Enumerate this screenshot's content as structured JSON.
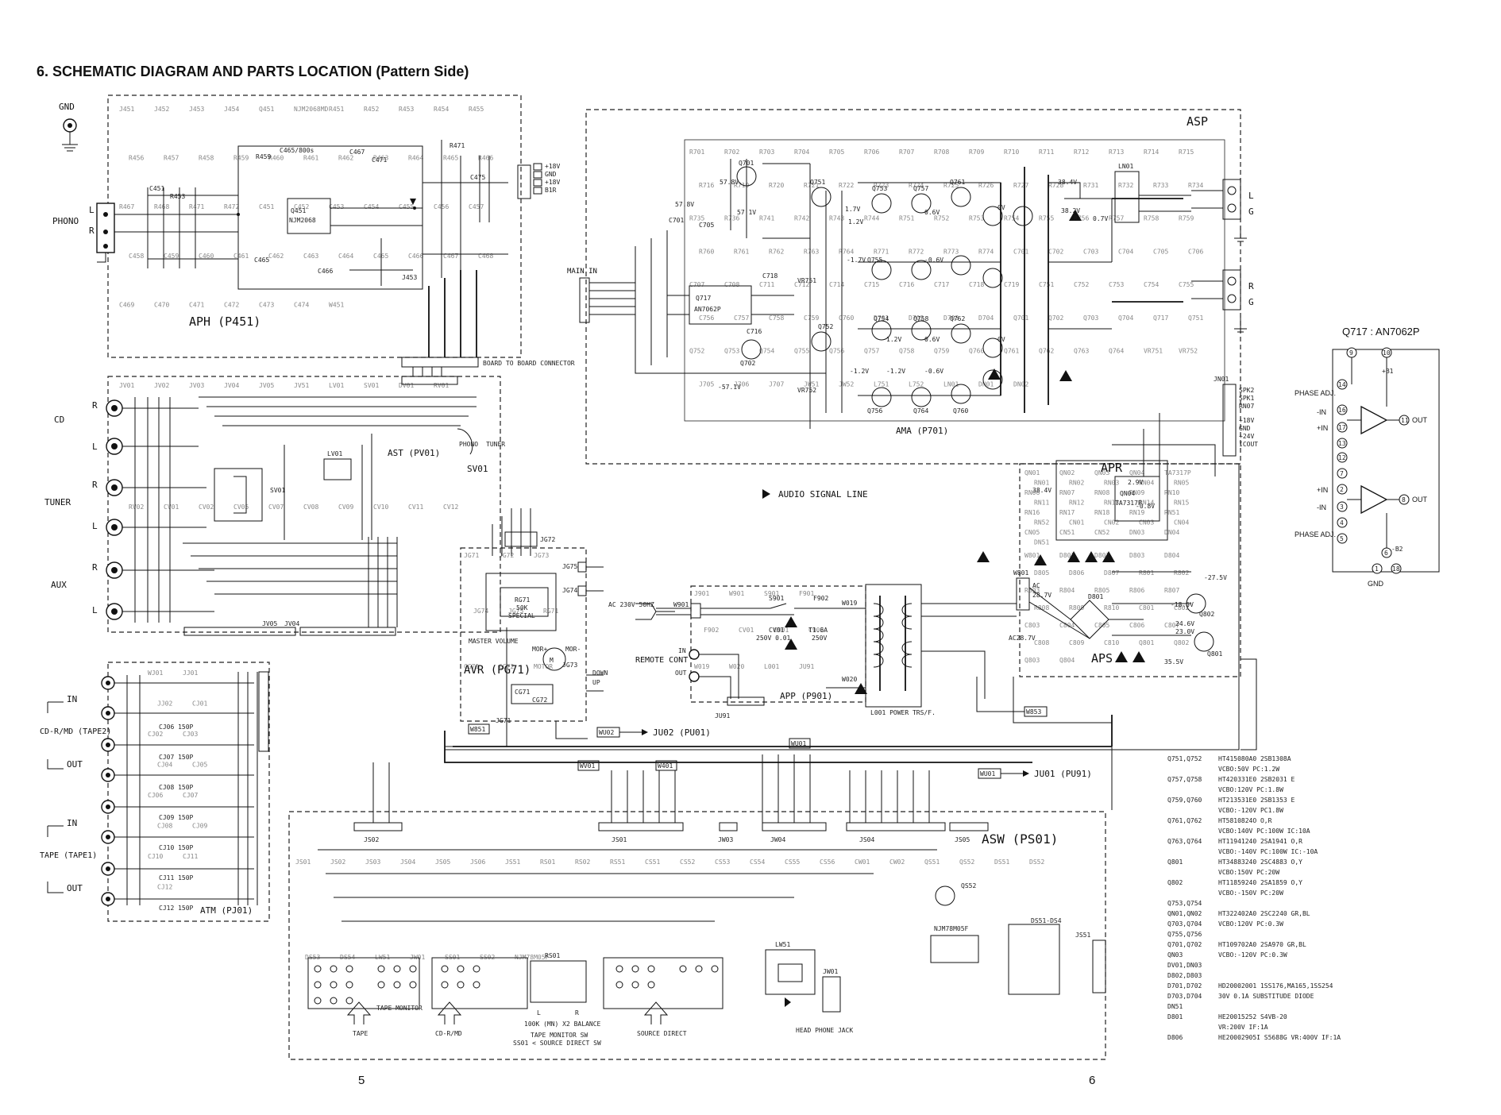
{
  "page": {
    "title": "6. SCHEMATIC DIAGRAM AND PARTS LOCATION (Pattern Side)",
    "page_numbers": [
      "5",
      "6"
    ]
  },
  "blocks": [
    {
      "id": "aph",
      "label": "APH (P451)"
    },
    {
      "id": "asp",
      "label": "ASP"
    },
    {
      "id": "ama",
      "label": "AMA (P701)"
    },
    {
      "id": "ast",
      "label": "AST (PV01)"
    },
    {
      "id": "apr",
      "label": "APR"
    },
    {
      "id": "aps",
      "label": "APS"
    },
    {
      "id": "app",
      "label": "APP (P901)"
    },
    {
      "id": "avr",
      "label": "AVR (PG71)"
    },
    {
      "id": "atm",
      "label": "ATM (PJ01)"
    },
    {
      "id": "asw",
      "label": "ASW (PS01)"
    }
  ],
  "io_labels": {
    "gnd": "GND",
    "phono": "PHONO",
    "cd": "CD",
    "tuner": "TUNER",
    "aux": "AUX",
    "cd_rmd": "CD-R/MD (TAPE2)",
    "tape": "TAPE (TAPE1)",
    "in": "IN",
    "out": "OUT",
    "l": "L",
    "r": "R",
    "g": "G",
    "main_in": "MAIN IN",
    "master_volume": "MASTER VOLUME",
    "remote_cont": "REMOTE CONT",
    "ac_input": "AC 230V 50HZ",
    "board_to_board": "BOARD TO BOARD CONNECTOR",
    "audio_signal_line": "AUDIO SIGNAL LINE",
    "power_trs": "L001 POWER TRS/F.",
    "head_phone_jack": "HEAD PHONE JACK",
    "balance": "100K (MN) X2 BALANCE",
    "tape_monitor": "TAPE MONITOR",
    "tape_monitor_sw": "TAPE MONITOR SW",
    "ss01": "SS01 < SOURCE DIRECT SW",
    "source_direct": "SOURCE DIRECT",
    "tape_bottom": "TAPE",
    "cd_rmd_bottom": "CD-R/MD"
  },
  "connectors": [
    {
      "id": "ju02",
      "label": "JU02 (PU01)"
    },
    {
      "id": "ju01",
      "label": "JU01 (PU91)"
    },
    {
      "id": "w853",
      "label": "W853"
    },
    {
      "id": "wv01",
      "label": "WV01"
    },
    {
      "id": "w401",
      "label": "W401"
    },
    {
      "id": "wu01",
      "label": "WU01"
    }
  ],
  "ic": {
    "title": "Q717 : AN7062P",
    "phase_adj": "PHASE ADJ.",
    "gnd": "GND",
    "out": "OUT",
    "in_minus": "-IN",
    "in_plus": "+IN",
    "vcc_plus": "+B1",
    "vcc_minus": "-B2"
  },
  "parts_table": [
    {
      "refs": "Q751,Q752",
      "text": "HT415080A0  2SB1308A",
      "sub": "VCBO:50V PC:1.2W"
    },
    {
      "refs": "Q757,Q758",
      "text": "HT420331E0  2SB2031 E",
      "sub": "VCBO:120V PC:1.8W"
    },
    {
      "refs": "Q759,Q760",
      "text": "HT213531E0  2SB1353 E",
      "sub": "VCBO:-120V PC1.8W"
    },
    {
      "refs": "Q761,Q762",
      "text": "HT5810824O  O,R",
      "sub": "VCBO:140V PC:100W IC:10A"
    },
    {
      "refs": "Q763,Q764",
      "text": "HT11941240  2SA1941 O,R",
      "sub": "VCBO:-140V PC:100W IC:-10A"
    },
    {
      "refs": "Q801",
      "text": "HT34883240  2SC4883 O,Y",
      "sub": "VCBO:150V PC:20W"
    },
    {
      "refs": "Q802",
      "text": "HT11859240  2SA1859 O,Y",
      "sub": "VCBO:-150V PC:20W"
    },
    {
      "refs": "Q753,Q754",
      "text": "",
      "sub": ""
    },
    {
      "refs": "QN01,QN02",
      "text": "HT322402A0  2SC2240 GR,BL",
      "sub": ""
    },
    {
      "refs": "Q703,Q704",
      "text": "VCBO:120V PC:0.3W",
      "sub": ""
    },
    {
      "refs": "Q755,Q756",
      "text": "",
      "sub": ""
    },
    {
      "refs": "Q701,Q702",
      "text": "HT109702A0  2SA970 GR,BL",
      "sub": ""
    },
    {
      "refs": "QN03",
      "text": "VCBO:-120V PC:0.3W",
      "sub": ""
    },
    {
      "refs": "DV01,DN03",
      "text": "",
      "sub": ""
    },
    {
      "refs": "D802,D803",
      "text": "",
      "sub": ""
    },
    {
      "refs": "D701,D702",
      "text": "HD20002001  1SS176,MA165,1SS254",
      "sub": ""
    },
    {
      "refs": "D703,D704",
      "text": "30V 0.1A SUBSTITUDE DIODE",
      "sub": ""
    },
    {
      "refs": "DN51",
      "text": "",
      "sub": ""
    },
    {
      "refs": "D801",
      "text": "HE20015252  S4VB-20",
      "sub": "VR:200V IF:1A"
    },
    {
      "refs": "D806",
      "text": "HE20002905I  S5688G  VR:400V IF:1A",
      "sub": ""
    }
  ],
  "components": {
    "aph": [
      "J451",
      "J452",
      "J453",
      "J454",
      "Q451",
      "NJM2068MD",
      "R451",
      "R452",
      "R453",
      "R454",
      "R455",
      "R456",
      "R457",
      "R458",
      "R459",
      "R460",
      "R461",
      "R462",
      "R463",
      "R464",
      "R465",
      "R466",
      "R467",
      "R468",
      "R471",
      "R472",
      "C451",
      "C452",
      "C453",
      "C454",
      "C455",
      "C456",
      "C457",
      "C458",
      "C459",
      "C460",
      "C461",
      "C462",
      "C463",
      "C464",
      "C465",
      "C466",
      "C467",
      "C468",
      "C469",
      "C470",
      "C471",
      "C472",
      "C473",
      "C474",
      "W451"
    ],
    "ama": [
      "R701",
      "R702",
      "R703",
      "R704",
      "R705",
      "R706",
      "R707",
      "R708",
      "R709",
      "R710",
      "R711",
      "R712",
      "R713",
      "R714",
      "R715",
      "R716",
      "R719",
      "R720",
      "R721",
      "R722",
      "R723",
      "R724",
      "R725",
      "R726",
      "R727",
      "R728",
      "R731",
      "R732",
      "R733",
      "R734",
      "R735",
      "R736",
      "R741",
      "R742",
      "R743",
      "R744",
      "R751",
      "R752",
      "R753",
      "R754",
      "R755",
      "R756",
      "R757",
      "R758",
      "R759",
      "R760",
      "R761",
      "R762",
      "R763",
      "R764",
      "R771",
      "R772",
      "R773",
      "R774",
      "C701",
      "C702",
      "C703",
      "C704",
      "C705",
      "C706",
      "C707",
      "C708",
      "C711",
      "C712",
      "C714",
      "C715",
      "C716",
      "C717",
      "C718",
      "C719",
      "C751",
      "C752",
      "C753",
      "C754",
      "C755",
      "C756",
      "C757",
      "C758",
      "C759",
      "C760",
      "D701",
      "D702",
      "D703",
      "D704",
      "Q701",
      "Q702",
      "Q703",
      "Q704",
      "Q717",
      "Q751",
      "Q752",
      "Q753",
      "Q754",
      "Q755",
      "Q756",
      "Q757",
      "Q758",
      "Q759",
      "Q760",
      "Q761",
      "Q762",
      "Q763",
      "Q764",
      "VR751",
      "VR752",
      "J705",
      "J706",
      "J707",
      "JW51",
      "JW52",
      "L751",
      "L752",
      "LN01",
      "DN01",
      "DN02"
    ],
    "apr": [
      "QN01",
      "QN02",
      "QN03",
      "QN04",
      "TA7317P",
      "RN01",
      "RN02",
      "RN03",
      "RN04",
      "RN05",
      "RN06",
      "RN07",
      "RN08",
      "RN09",
      "RN10",
      "RN11",
      "RN12",
      "RN13",
      "RN14",
      "RN15",
      "RN16",
      "RN17",
      "RN18",
      "RN19",
      "RN51",
      "RN52",
      "CN01",
      "CN02",
      "CN03",
      "CN04",
      "CN05",
      "CN51",
      "CN52",
      "DN03",
      "DN04",
      "DN51"
    ],
    "aps": [
      "W801",
      "D801",
      "D802",
      "D803",
      "D804",
      "D805",
      "D806",
      "D807",
      "R801",
      "R802",
      "R803",
      "R804",
      "R805",
      "R806",
      "R807",
      "R808",
      "R809",
      "R810",
      "C801",
      "C802",
      "C803",
      "C804",
      "C805",
      "C806",
      "C807",
      "C808",
      "C809",
      "C810",
      "Q801",
      "Q802",
      "Q803",
      "Q804"
    ],
    "app": [
      "J901",
      "W901",
      "S901",
      "F901",
      "F902",
      "CV01",
      "C901",
      "C902",
      "W019",
      "W020",
      "L001",
      "JU91"
    ],
    "avr": [
      "JG71",
      "JG72",
      "JG73",
      "JG74",
      "JG75",
      "RG71",
      "CG71",
      "CG72",
      "MOTOR"
    ],
    "ast": [
      "JV01",
      "JV02",
      "JV03",
      "JV04",
      "JV05",
      "JV51",
      "LV01",
      "SV01",
      "DV01",
      "RV01",
      "RV02",
      "CV01",
      "CV02",
      "CV05",
      "CV07",
      "CV08",
      "CV09",
      "CV10",
      "CV11",
      "CV12"
    ],
    "atm": [
      "WJ01",
      "JJ01",
      "JJ02",
      "CJ01",
      "CJ02",
      "CJ03",
      "CJ04",
      "CJ05",
      "CJ06",
      "CJ07",
      "CJ08",
      "CJ09",
      "CJ10",
      "CJ11",
      "CJ12"
    ],
    "asw": [
      "JS01",
      "JS02",
      "JS03",
      "JS04",
      "JS05",
      "JS06",
      "JS51",
      "RS01",
      "RS02",
      "RS51",
      "CS51",
      "CS52",
      "CS53",
      "CS54",
      "CS55",
      "CS56",
      "CW01",
      "CW02",
      "QS51",
      "QS52",
      "DS51",
      "DS52",
      "DS53",
      "DS54",
      "LW51",
      "JW01",
      "SS01",
      "SS02",
      "NJM78M05F"
    ]
  },
  "voltages": [
    "57.8V",
    "57.1V",
    "-57.1V",
    "1.7V",
    "-1.7V",
    "1.2V",
    "-1.2V",
    "0.6V",
    "-0.6V",
    "38.4V",
    "38.2V",
    "0.7V",
    "28.7V",
    "AC28.7V",
    "-27.5V",
    "-18.5V",
    "24.6V",
    "23.0V",
    "35.5V",
    "2.9V",
    "-0.8V",
    "0V"
  ],
  "colors": {
    "ink": "#111111",
    "paper": "#ffffff",
    "box_border": "#222222"
  }
}
